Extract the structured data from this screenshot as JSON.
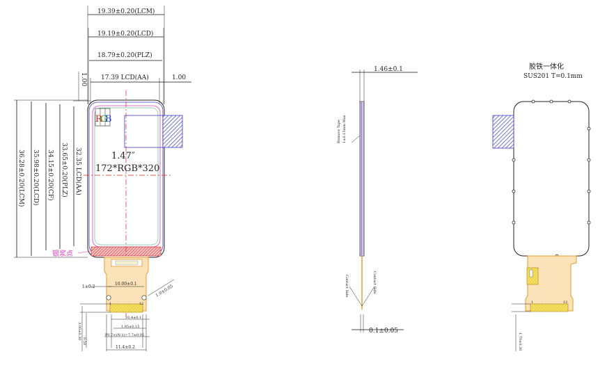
{
  "front_view": {
    "dim_lcm_width": "19.39±0.20(LCM)",
    "dim_lcd_width": "19.19±0.20(LCD)",
    "dim_plz_width": "18.79±0.20(PLZ)",
    "dim_aa_width": "17.39  LCD(AA)",
    "dim_right_offset": "1.00",
    "dim_top_offset": "1.00",
    "dim_lcm_height": "36.28±0.20(LCM)",
    "dim_lcd_height": "35.98±0.20(LCD)",
    "dim_cf_height": "34.15±0.20(CF)",
    "dim_plz_height": "33.65±0.20(PLZ)",
    "dim_aa_height": "32.35  LCD(AA)",
    "rgb_r": "R",
    "rgb_g": "G",
    "rgb_b": "B",
    "diagonal": "1.47″",
    "resolution": "172*RGB*320",
    "silver_dot_label": "银浆点",
    "fpc_pad_dim": "1±0.2",
    "fpc_hole_spacing": "10.00±0.1",
    "fpc_slant_dim": "1.0±0.05",
    "pin_first": "1",
    "pin_last": "12",
    "pitch_dim": "10.4±0.1",
    "pin_pitch": "1.85±0.15",
    "pin_dims": "P0.7×(N-1)=7.7±0.05",
    "fpc_width": "11.4±0.2",
    "fpc_length_a": "3.00±0.30",
    "fpc_length_b": "0.50"
  },
  "side_view": {
    "thickness": "1.46±0.1",
    "remove_tape": "Remove Tape",
    "tape_thickness": "1±0.15mm Max",
    "contact_side_left": "Contact Side",
    "contact_side_right": "Contact Side",
    "fpc_thickness": "0.1±0.05"
  },
  "back_view": {
    "title_cn": "胶铁一体化",
    "material": "SUS201  T=0.1mm",
    "pin_first": "1",
    "pin_last": "12",
    "fpc_length": "1.70±0.30"
  },
  "colors": {
    "hatch": "#3a3ac8",
    "red_line": "#e02020",
    "pink_line": "#e040c0",
    "fpc_orange": "#e89a2c",
    "contact_yellow": "#f2e040",
    "rgb_red": "#e02020",
    "rgb_green": "#20a020",
    "rgb_blue": "#2040e0"
  }
}
